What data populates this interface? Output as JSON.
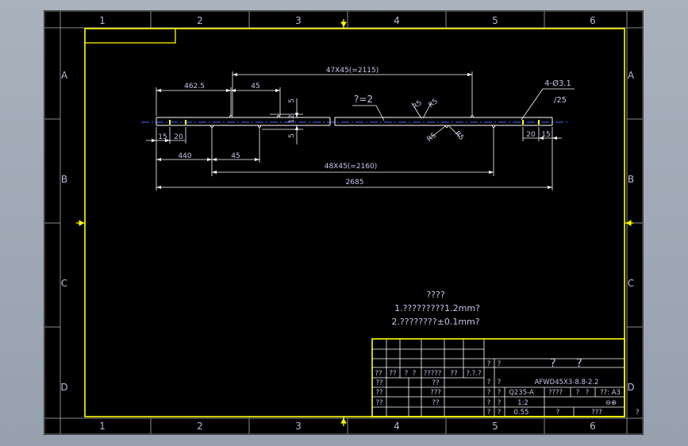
{
  "colors": {
    "background": "#000000",
    "frame": "#ffff00",
    "lines": "#ffffff",
    "text": "#c4c4e8",
    "centerline": "#3b6cff"
  },
  "zones": {
    "columns": [
      "1",
      "2",
      "3",
      "4",
      "5",
      "6"
    ],
    "rows": [
      "A",
      "B",
      "C",
      "D"
    ]
  },
  "dimensions": {
    "top_span": "47X45(=2115)",
    "left_span": "462.5",
    "top_pitch": "45",
    "height_upper": "5",
    "height_total": "12",
    "height_lower": "5",
    "gap_label": "?=2",
    "r_top_a": "R5",
    "r_top_b": "R5",
    "r_bot_a": "R5",
    "r_bot_b": "R5",
    "holes": "4-Ø3.1",
    "holes_sub": "/25",
    "left_15": "15",
    "left_20": "20",
    "right_20": "20",
    "right_15": "15",
    "bottom_440": "440",
    "bottom_pitch": "45",
    "bottom_span": "48X45(=2160)",
    "overall": "2685"
  },
  "notes": {
    "title": "????",
    "line1": "1.?????????1.2mm?",
    "line2": "2.????????±0.1mm?"
  },
  "title_block": {
    "q1": "?",
    "q2": "?",
    "big1": "?",
    "big2": "?",
    "part_no": "AFWD45X3-8.8-2.2",
    "c1": "??",
    "c2": "??",
    "c3": "?",
    "c4": "?",
    "c5": "?????",
    "c6": "??",
    "c7": "?.?.?",
    "r2a": "??",
    "r2b": "??",
    "r3a": "??",
    "r3b": "???",
    "r4a": "??",
    "r4b": "??",
    "q3": "?",
    "q4": "?",
    "q5": "?",
    "q6": "?",
    "q7": "?",
    "q8": "?",
    "q9": "?",
    "q10": "?",
    "material": "Q235-A",
    "mat_b": "????",
    "mat_c": "?",
    "mat_d": "?",
    "mat_e": "??: A3",
    "scale": "1:2",
    "proj_icon": "⊖⊕",
    "weight": "0.55",
    "w_b": "?",
    "w_c": "???"
  },
  "corner_mark": "?"
}
